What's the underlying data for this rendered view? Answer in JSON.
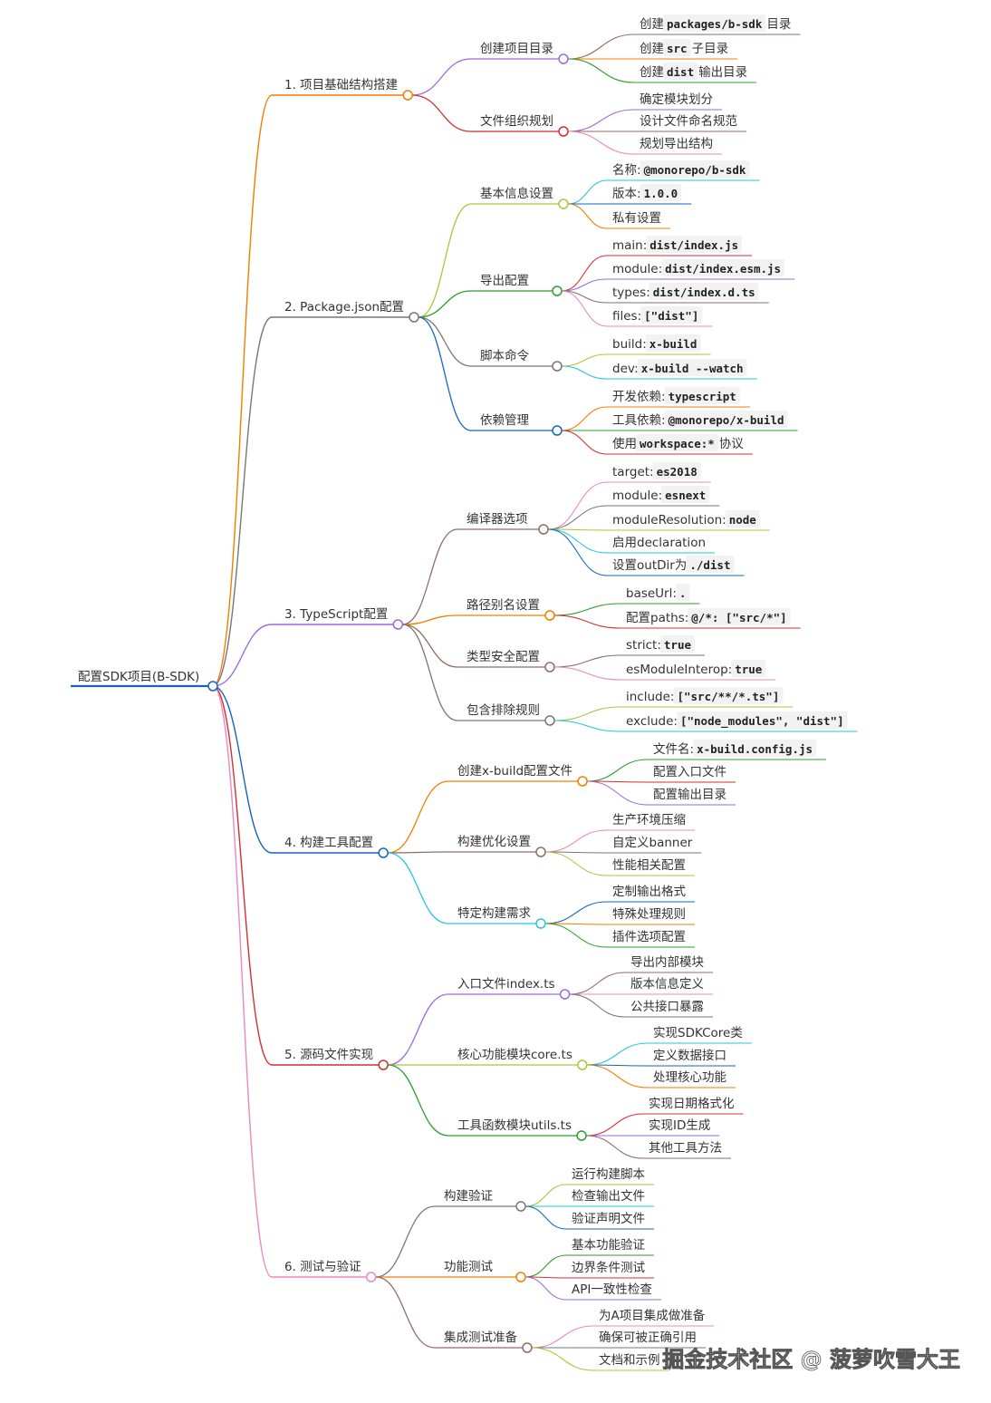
{
  "root": {
    "label": "配置SDK项目(B-SDK)",
    "color": "#1565c0"
  },
  "branches": [
    {
      "label": "1. 项目基础结构搭建",
      "color": "#f57c00",
      "children": [
        {
          "label": "创建项目目录",
          "color": "#9c6ade",
          "leaves": [
            {
              "parts": [
                {
                  "t": "创建 "
                },
                {
                  "t": "packages/b-sdk",
                  "c": 1
                },
                {
                  "t": " 目录"
                }
              ],
              "color": "#8d6e63"
            },
            {
              "parts": [
                {
                  "t": "创建 "
                },
                {
                  "t": "src",
                  "c": 1
                },
                {
                  "t": " 子目录"
                }
              ],
              "color": "#f57c00"
            },
            {
              "parts": [
                {
                  "t": "创建 "
                },
                {
                  "t": "dist",
                  "c": 1
                },
                {
                  "t": " 输出目录"
                }
              ],
              "color": "#2e9e2e"
            }
          ]
        },
        {
          "label": "文件组织规划",
          "color": "#d32f2f",
          "leaves": [
            {
              "parts": [
                {
                  "t": "确定模块划分"
                }
              ],
              "color": "#9c6ade"
            },
            {
              "parts": [
                {
                  "t": "设计文件命名规范"
                }
              ],
              "color": "#8d6e63"
            },
            {
              "parts": [
                {
                  "t": "规划导出结构"
                }
              ],
              "color": "#ec87c0"
            }
          ]
        }
      ]
    },
    {
      "label": "2. Package.json配置",
      "color": "#777777",
      "children": [
        {
          "label": "基本信息设置",
          "color": "#a8c83c",
          "leaves": [
            {
              "parts": [
                {
                  "t": "名称: "
                },
                {
                  "t": "@monorepo/b-sdk",
                  "c": 1
                }
              ],
              "color": "#26c6da"
            },
            {
              "parts": [
                {
                  "t": "版本: "
                },
                {
                  "t": "1.0.0",
                  "c": 1
                }
              ],
              "color": "#1565c0"
            },
            {
              "parts": [
                {
                  "t": "私有设置"
                }
              ],
              "color": "#f57c00"
            }
          ]
        },
        {
          "label": "导出配置",
          "color": "#2e9e2e",
          "leaves": [
            {
              "parts": [
                {
                  "t": "main: "
                },
                {
                  "t": "dist/index.js",
                  "c": 1
                }
              ],
              "color": "#d32f2f"
            },
            {
              "parts": [
                {
                  "t": "module: "
                },
                {
                  "t": "dist/index.esm.js",
                  "c": 1
                }
              ],
              "color": "#9c6ade"
            },
            {
              "parts": [
                {
                  "t": "types: "
                },
                {
                  "t": "dist/index.d.ts",
                  "c": 1
                }
              ],
              "color": "#8d6e63"
            },
            {
              "parts": [
                {
                  "t": "files: "
                },
                {
                  "t": "[\"dist\"]",
                  "c": 1
                }
              ],
              "color": "#ec87c0"
            }
          ]
        },
        {
          "label": "脚本命令",
          "color": "#777777",
          "leaves": [
            {
              "parts": [
                {
                  "t": "build: "
                },
                {
                  "t": "x-build",
                  "c": 1
                }
              ],
              "color": "#a8c83c"
            },
            {
              "parts": [
                {
                  "t": "dev: "
                },
                {
                  "t": "x-build --watch",
                  "c": 1
                }
              ],
              "color": "#26c6da"
            }
          ]
        },
        {
          "label": "依赖管理",
          "color": "#1565c0",
          "leaves": [
            {
              "parts": [
                {
                  "t": "开发依赖: "
                },
                {
                  "t": "typescript",
                  "c": 1
                }
              ],
              "color": "#f57c00"
            },
            {
              "parts": [
                {
                  "t": "工具依赖: "
                },
                {
                  "t": "@monorepo/x-build",
                  "c": 1
                }
              ],
              "color": "#2e9e2e"
            },
            {
              "parts": [
                {
                  "t": "使用 "
                },
                {
                  "t": "workspace:*",
                  "c": 1
                },
                {
                  "t": " 协议"
                }
              ],
              "color": "#d32f2f"
            }
          ]
        }
      ]
    },
    {
      "label": "3. TypeScript配置",
      "color": "#9c6ade",
      "children": [
        {
          "label": "编译器选项",
          "color": "#8d6e63",
          "leaves": [
            {
              "parts": [
                {
                  "t": "target: "
                },
                {
                  "t": "es2018",
                  "c": 1
                }
              ],
              "color": "#ec87c0"
            },
            {
              "parts": [
                {
                  "t": "module: "
                },
                {
                  "t": "esnext",
                  "c": 1
                }
              ],
              "color": "#777777"
            },
            {
              "parts": [
                {
                  "t": "moduleResolution: "
                },
                {
                  "t": "node",
                  "c": 1
                }
              ],
              "color": "#a8c83c"
            },
            {
              "parts": [
                {
                  "t": "启用declaration"
                }
              ],
              "color": "#26c6da"
            },
            {
              "parts": [
                {
                  "t": "设置outDir为 "
                },
                {
                  "t": "./dist",
                  "c": 1
                }
              ],
              "color": "#1565c0"
            }
          ]
        },
        {
          "label": "路径别名设置",
          "color": "#f57c00",
          "leaves": [
            {
              "parts": [
                {
                  "t": "baseUrl: "
                },
                {
                  "t": ".",
                  "c": 1
                }
              ],
              "color": "#2e9e2e"
            },
            {
              "parts": [
                {
                  "t": "配置paths: "
                },
                {
                  "t": "@/*: [\"src/*\"]",
                  "c": 1
                }
              ],
              "color": "#d32f2f"
            }
          ]
        },
        {
          "label": "类型安全配置",
          "color": "#8d6e63",
          "leaves": [
            {
              "parts": [
                {
                  "t": "strict: "
                },
                {
                  "t": "true",
                  "c": 1
                }
              ],
              "color": "#8d6e63"
            },
            {
              "parts": [
                {
                  "t": "esModuleInterop: "
                },
                {
                  "t": "true",
                  "c": 1
                }
              ],
              "color": "#ec87c0"
            }
          ]
        },
        {
          "label": "包含排除规则",
          "color": "#777777",
          "leaves": [
            {
              "parts": [
                {
                  "t": "include: "
                },
                {
                  "t": "[\"src/**/*.ts\"]",
                  "c": 1
                }
              ],
              "color": "#a8c83c"
            },
            {
              "parts": [
                {
                  "t": "exclude: "
                },
                {
                  "t": "[\"node_modules\", \"dist\"]",
                  "c": 1
                }
              ],
              "color": "#26c6da"
            }
          ]
        }
      ]
    },
    {
      "label": "4. 构建工具配置",
      "color": "#1565c0",
      "children": [
        {
          "label": "创建x-build配置文件",
          "color": "#f57c00",
          "leaves": [
            {
              "parts": [
                {
                  "t": "文件名: "
                },
                {
                  "t": "x-build.config.js",
                  "c": 1
                }
              ],
              "color": "#2e9e2e"
            },
            {
              "parts": [
                {
                  "t": "配置入口文件"
                }
              ],
              "color": "#d32f2f"
            },
            {
              "parts": [
                {
                  "t": "配置输出目录"
                }
              ],
              "color": "#9c6ade"
            }
          ]
        },
        {
          "label": "构建优化设置",
          "color": "#8d6e63",
          "leaves": [
            {
              "parts": [
                {
                  "t": "生产环境压缩"
                }
              ],
              "color": "#ec87c0"
            },
            {
              "parts": [
                {
                  "t": "自定义banner"
                }
              ],
              "color": "#777777"
            },
            {
              "parts": [
                {
                  "t": "性能相关配置"
                }
              ],
              "color": "#a8c83c"
            }
          ]
        },
        {
          "label": "特定构建需求",
          "color": "#26c6da",
          "leaves": [
            {
              "parts": [
                {
                  "t": "定制输出格式"
                }
              ],
              "color": "#1565c0"
            },
            {
              "parts": [
                {
                  "t": "特殊处理规则"
                }
              ],
              "color": "#f57c00"
            },
            {
              "parts": [
                {
                  "t": "插件选项配置"
                }
              ],
              "color": "#2e9e2e"
            }
          ]
        }
      ]
    },
    {
      "label": "5. 源码文件实现",
      "color": "#d32f2f",
      "children": [
        {
          "label": "入口文件index.ts",
          "color": "#9c6ade",
          "leaves": [
            {
              "parts": [
                {
                  "t": "导出内部模块"
                }
              ],
              "color": "#8d6e63"
            },
            {
              "parts": [
                {
                  "t": "版本信息定义"
                }
              ],
              "color": "#ec87c0"
            },
            {
              "parts": [
                {
                  "t": "公共接口暴露"
                }
              ],
              "color": "#777777"
            }
          ]
        },
        {
          "label": "核心功能模块core.ts",
          "color": "#a8c83c",
          "leaves": [
            {
              "parts": [
                {
                  "t": "实现SDKCore类"
                }
              ],
              "color": "#26c6da"
            },
            {
              "parts": [
                {
                  "t": "定义数据接口"
                }
              ],
              "color": "#1565c0"
            },
            {
              "parts": [
                {
                  "t": "处理核心功能"
                }
              ],
              "color": "#f57c00"
            }
          ]
        },
        {
          "label": "工具函数模块utils.ts",
          "color": "#2e9e2e",
          "leaves": [
            {
              "parts": [
                {
                  "t": "实现日期格式化"
                }
              ],
              "color": "#d32f2f"
            },
            {
              "parts": [
                {
                  "t": "实现ID生成"
                }
              ],
              "color": "#9c6ade"
            },
            {
              "parts": [
                {
                  "t": "其他工具方法"
                }
              ],
              "color": "#8d6e63"
            }
          ]
        }
      ]
    },
    {
      "label": "6. 测试与验证",
      "color": "#ec87c0",
      "children": [
        {
          "label": "构建验证",
          "color": "#777777",
          "leaves": [
            {
              "parts": [
                {
                  "t": "运行构建脚本"
                }
              ],
              "color": "#a8c83c"
            },
            {
              "parts": [
                {
                  "t": "检查输出文件"
                }
              ],
              "color": "#26c6da"
            },
            {
              "parts": [
                {
                  "t": "验证声明文件"
                }
              ],
              "color": "#1565c0"
            }
          ]
        },
        {
          "label": "功能测试",
          "color": "#f57c00",
          "leaves": [
            {
              "parts": [
                {
                  "t": "基本功能验证"
                }
              ],
              "color": "#2e9e2e"
            },
            {
              "parts": [
                {
                  "t": "边界条件测试"
                }
              ],
              "color": "#d32f2f"
            },
            {
              "parts": [
                {
                  "t": "API一致性检查"
                }
              ],
              "color": "#9c6ade"
            }
          ]
        },
        {
          "label": "集成测试准备",
          "color": "#8d6e63",
          "leaves": [
            {
              "parts": [
                {
                  "t": "为A项目集成做准备"
                }
              ],
              "color": "#ec87c0"
            },
            {
              "parts": [
                {
                  "t": "确保可被正确引用"
                }
              ],
              "color": "#777777"
            },
            {
              "parts": [
                {
                  "t": "文档和示例"
                }
              ],
              "color": "#a8c83c"
            }
          ]
        }
      ]
    }
  ],
  "watermark": "掘金技术社区 @ 菠萝吹雪大王"
}
